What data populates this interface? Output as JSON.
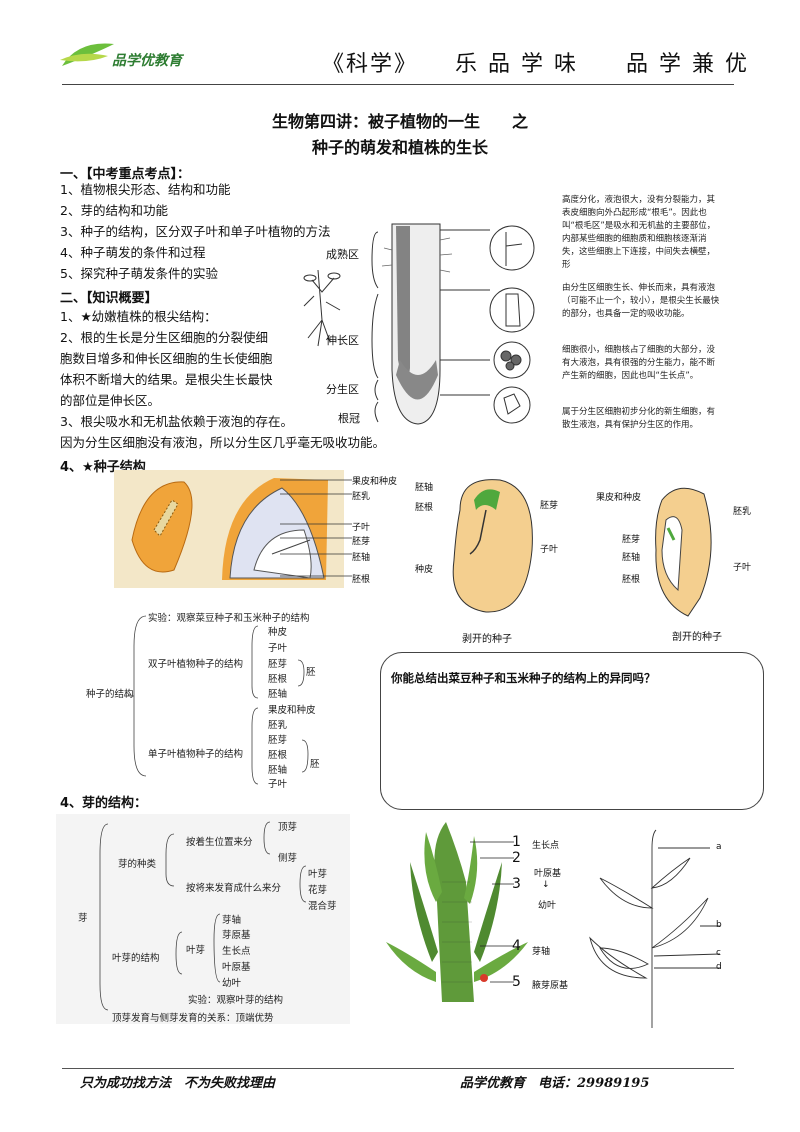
{
  "header": {
    "logo_text": "品学优教育",
    "slogan": "《科学》　　乐 品 学 味　　品 学 兼 优"
  },
  "title": {
    "line1": "生物第四讲：被子植物的一生　　之",
    "line2": "种子的萌发和植株的生长"
  },
  "section1": {
    "heading": "一、【中考重点考点】：",
    "items": [
      "1、植物根尖形态、结构和功能",
      "2、芽的结构和功能",
      "3、种子的结构，区分双子叶和单子叶植物的方法",
      "4、种子萌发的条件和过程",
      "5、探究种子萌发条件的实验"
    ]
  },
  "section2": {
    "heading": "二、【知识概要】",
    "p1": "1、★幼嫩植株的根尖结构：",
    "p2_lines": [
      "2、根的生长是分生区细胞的分裂使细",
      "胞数目增多和伸长区细胞的生长使细胞",
      "体积不断增大的结果。是根尖生长最快",
      "的部位是伸长区。"
    ],
    "p3_lines": [
      "3、根尖吸水和无机盐依赖于液泡的存在。",
      "因为分生区细胞没有液泡，所以分生区几乎毫无吸收功能。"
    ],
    "seed_heading": "4、★种子结构",
    "bud_heading": "4、芽的结构："
  },
  "root_tip": {
    "zone_labels": [
      "成熟区",
      "伸长区",
      "分生区",
      "根冠"
    ],
    "notes": [
      "高度分化，液泡很大，没有分裂能力，其表皮细胞向外凸起形成“根毛”。因此也叫“根毛区”是吸水和无机盐的主要部位，内部某些细胞的细胞质和细胞核逐渐消失，这些细胞上下连接，中间失去横壁，形",
      "由分生区细胞生长、伸长而来，具有液泡（可能不止一个，较小），是根尖生长最快的部分，也具备一定的吸收功能。",
      "细胞很小，细胞核占了细胞的大部分，没有大液泡，具有很强的分生能力，能不断产生新的细胞，因此也叫“生长点”。",
      "属于分生区细胞初步分化的新生细胞，有散生液泡，具有保护分生区的作用。"
    ]
  },
  "corn_seed": {
    "labels": [
      "果皮和种皮",
      "胚乳",
      "子叶",
      "胚芽",
      "胚轴",
      "胚根"
    ]
  },
  "bean_seed": {
    "labels": [
      "胚轴",
      "胚根",
      "胚芽",
      "子叶",
      "种皮"
    ],
    "caption": "剥开的种子"
  },
  "corn_cut": {
    "labels": [
      "果皮和种皮",
      "胚乳",
      "胚芽",
      "胚轴",
      "子叶",
      "胚根"
    ],
    "caption": "剖开的种子"
  },
  "seed_tree": {
    "root": "种子的结构",
    "experiment": "实验：观察菜豆种子和玉米种子的结构",
    "dicot": "双子叶植物种子的结构",
    "dicot_parts": [
      "种皮",
      "子叶",
      "胚芽",
      "胚根",
      "胚轴"
    ],
    "monocot": "单子叶植物种子的结构",
    "monocot_parts": [
      "果皮和种皮",
      "胚乳",
      "胚芽",
      "胚根",
      "胚轴",
      "子叶"
    ],
    "embryo": "胚"
  },
  "question": "你能总结出菜豆种子和玉米种子的结构上的异同吗？",
  "bud_tree": {
    "root": "芽",
    "types": "芽的种类",
    "by_position": "按着生位置来分",
    "pos_items": [
      "顶芽",
      "侧芽"
    ],
    "by_development": "按将来发育成什么来分",
    "dev_items": [
      "叶芽",
      "花芽",
      "混合芽"
    ],
    "leaf_bud_structure": "叶芽的结构",
    "leaf_bud": "叶芽",
    "leaf_parts": [
      "芽轴",
      "芽原基",
      "生长点",
      "叶原基",
      "幼叶"
    ],
    "experiment": "实验：观察叶芽的结构",
    "relation": "顶芽发育与侧芽发育的关系：顶端优势"
  },
  "bud_diagram": {
    "numbers": [
      "1",
      "2",
      "3",
      "4",
      "5"
    ],
    "labels": [
      "生长点",
      "叶原基",
      "幼叶",
      "芽轴",
      "腋芽原基"
    ],
    "stem_letters": [
      "a",
      "b",
      "c",
      "d"
    ]
  },
  "footer": {
    "left": "只为成功找方法　不为失败找理由",
    "right": "品学优教育　电话：29989195"
  },
  "colors": {
    "logo_green": "#2e7d32",
    "seed_orange": "#f0a43a",
    "bean_fill": "#f4cf8f",
    "bud_green": "#5f9a3a"
  }
}
